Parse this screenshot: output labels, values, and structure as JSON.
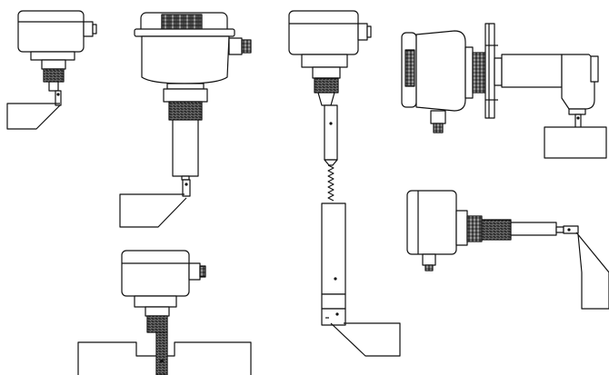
{
  "figure": {
    "description_visible_text": "",
    "variants": [
      {
        "id": "compact-vertical"
      },
      {
        "id": "vertical-extension"
      },
      {
        "id": "cable-extension"
      },
      {
        "id": "horizontal-flange"
      },
      {
        "id": "vertical-top-entry"
      },
      {
        "id": "horizontal-side-entry"
      }
    ]
  },
  "colors": {
    "line": "#111111",
    "fill": "#ffffff",
    "shade": "#d9d9d9",
    "dark": "#2a2a2a"
  }
}
